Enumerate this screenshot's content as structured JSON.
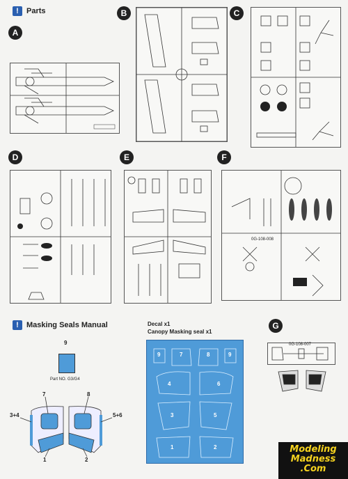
{
  "sections": {
    "parts_title": "Parts",
    "masking_title": "Masking Seals Manual"
  },
  "sprue_letters": [
    "A",
    "B",
    "C",
    "D",
    "E",
    "F",
    "G"
  ],
  "sprue_codes": {
    "f": "0G-108-008",
    "g": "0G-108-007"
  },
  "masking": {
    "part_label": "Part NO. G3/G4",
    "part_number": "9",
    "canopy_numbers": {
      "n7": "7",
      "n8": "8",
      "n34": "3+4",
      "n56": "5+6",
      "n1": "1",
      "n2": "2"
    }
  },
  "decal": {
    "line1": "Decal x1",
    "line2": "Canopy Masking seal x1",
    "tiles": {
      "t9a": "9",
      "t7": "7",
      "t8": "8",
      "t9b": "9",
      "t4": "4",
      "t6": "6",
      "t3": "3",
      "t5": "5",
      "t1": "1",
      "t2": "2"
    },
    "color": "#4f9bd8"
  },
  "watermark": {
    "line1": "Modeling",
    "line2": "Madness",
    "line3": ".Com"
  }
}
